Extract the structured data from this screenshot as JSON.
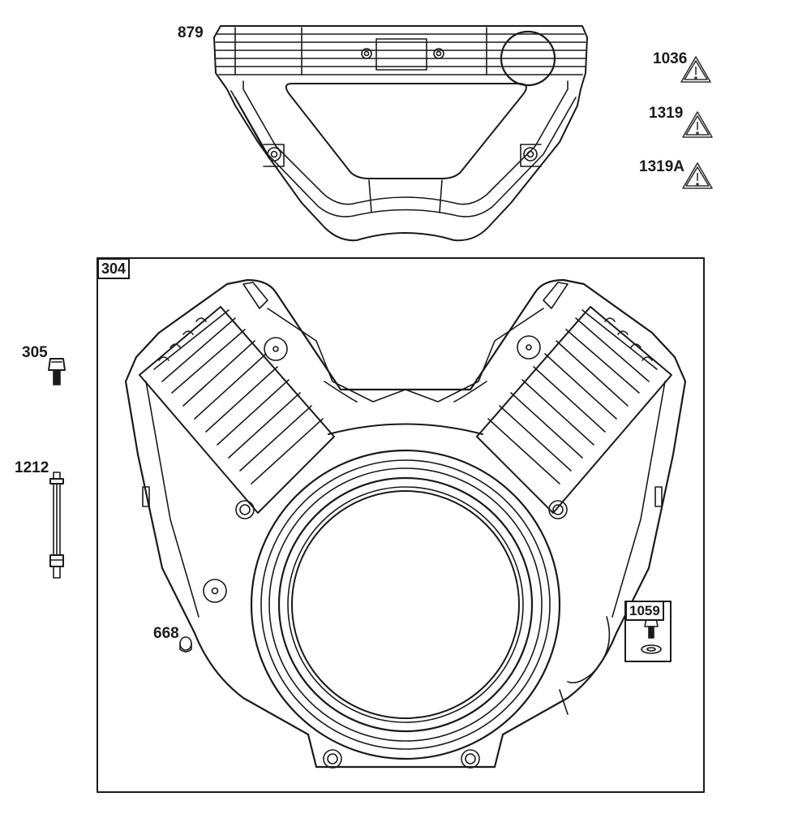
{
  "parts": {
    "p879": "879",
    "p1036": "1036",
    "p1319": "1319",
    "p1319a": "1319A",
    "p304": "304",
    "p305": "305",
    "p1212": "1212",
    "p668": "668",
    "p1059": "1059"
  },
  "colors": {
    "line": "#1a1a1a",
    "background": "#ffffff"
  },
  "icons": {
    "warning": "warning-triangle-icon"
  }
}
